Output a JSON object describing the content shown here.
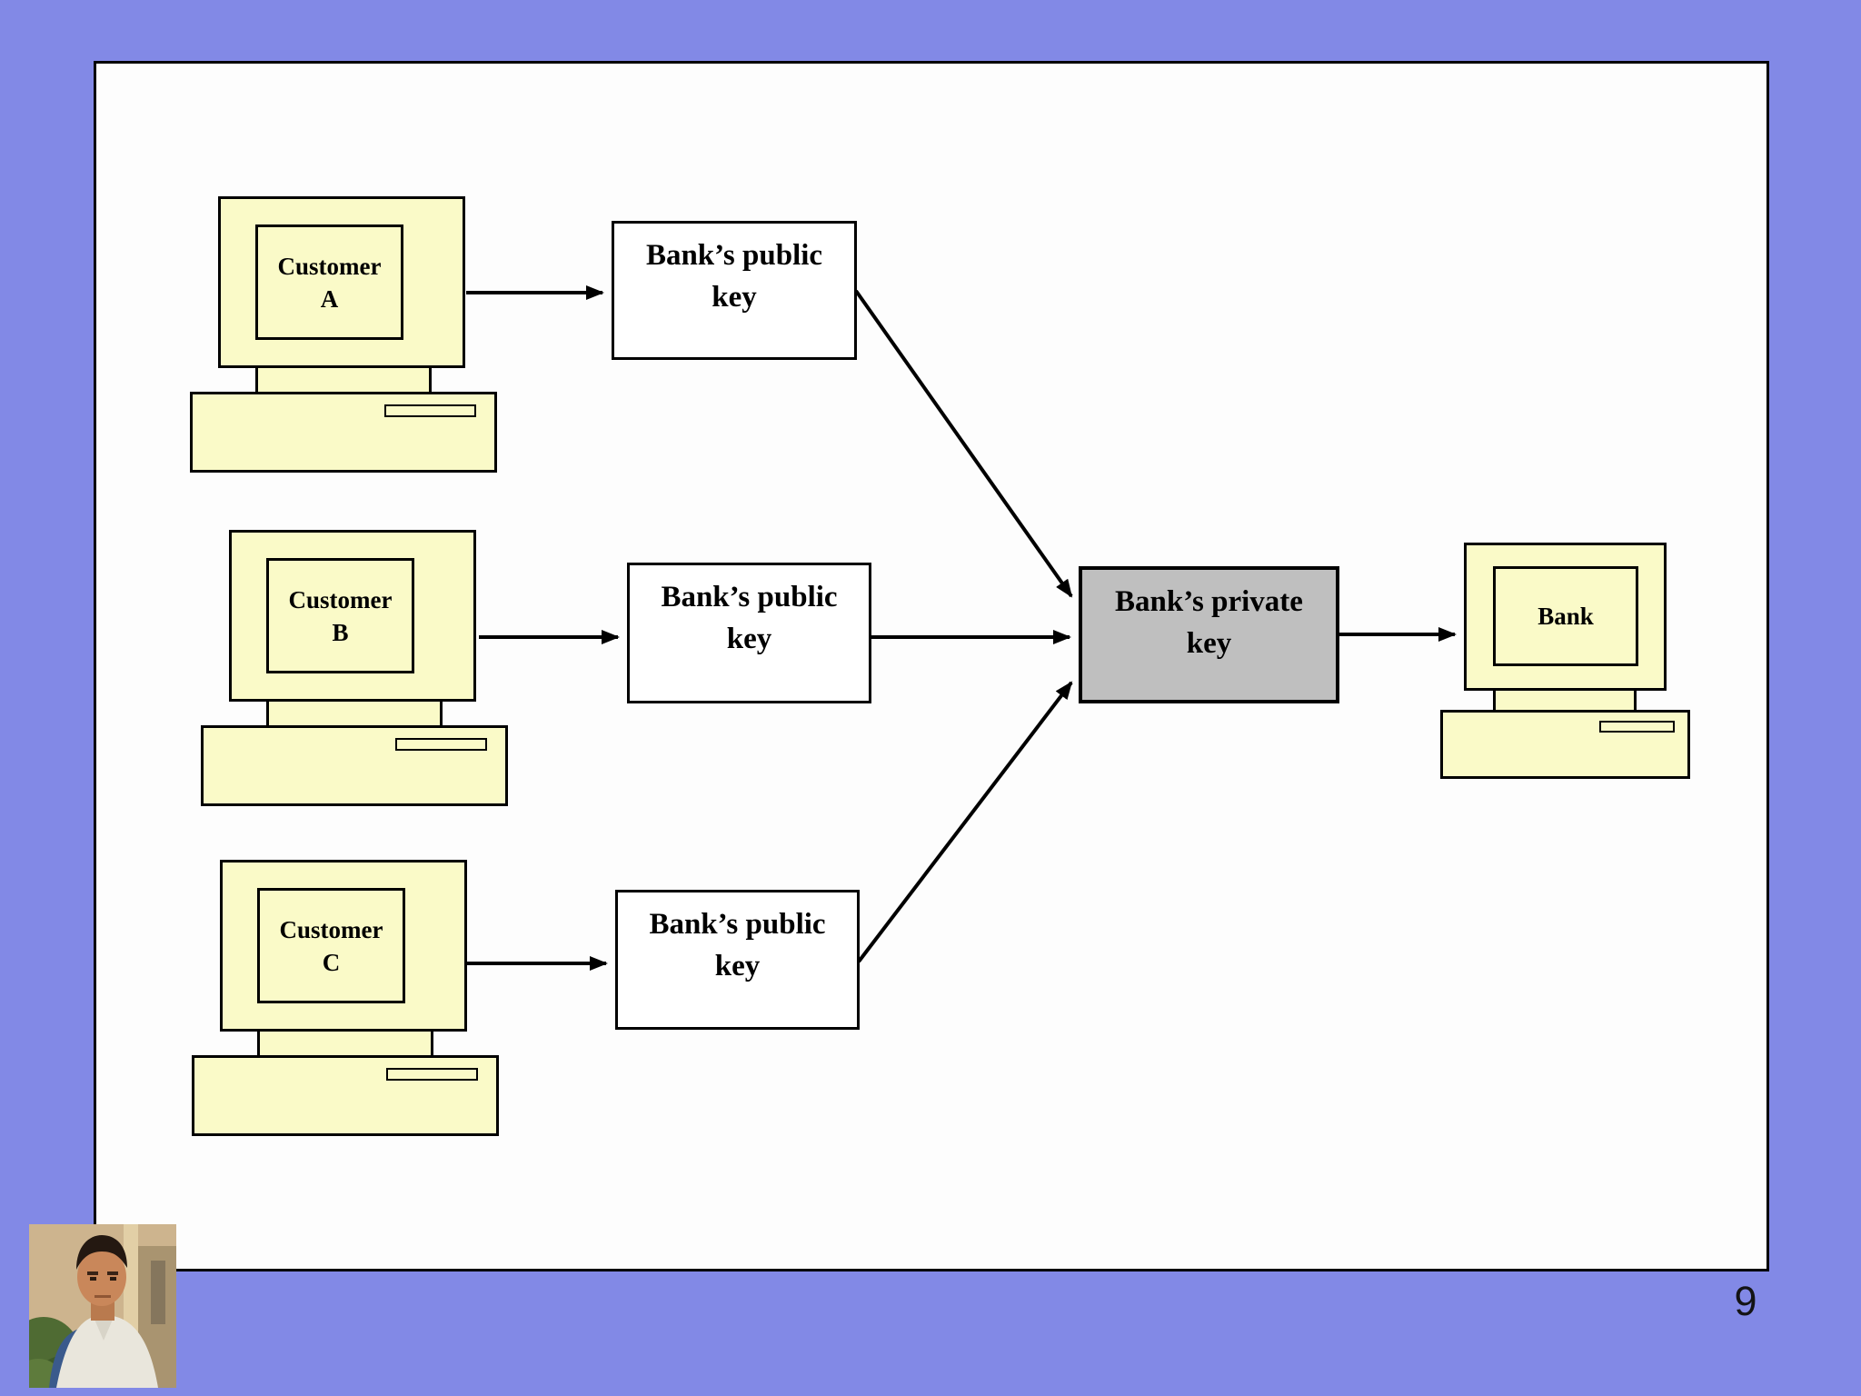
{
  "page": {
    "number": "9",
    "background_color": "#8289E6",
    "slide_background": "#FDFDFD"
  },
  "colors": {
    "computer_fill": "#FAFAC8",
    "public_key_box_fill": "#FFFFFF",
    "private_key_box_fill": "#BFBFBF",
    "line_color": "#000000"
  },
  "diagram": {
    "customer_a": {
      "label_line1": "Customer",
      "label_line2": "A"
    },
    "customer_b": {
      "label_line1": "Customer",
      "label_line2": "B"
    },
    "customer_c": {
      "label_line1": "Customer",
      "label_line2": "C"
    },
    "public_key_a": {
      "label_line1": "Bank’s public",
      "label_line2": "key"
    },
    "public_key_b": {
      "label_line1": "Bank’s public",
      "label_line2": "key"
    },
    "public_key_c": {
      "label_line1": "Bank’s public",
      "label_line2": "key"
    },
    "private_key": {
      "label_line1": "Bank’s private",
      "label_line2": "key"
    },
    "bank": {
      "label": "Bank"
    }
  },
  "icons": {
    "computer_icon": "desktop computer drawn with CSS rectangles (monitor, neck, base, disk slot)",
    "presenter_photo": "small photo of presenter in bottom-left corner (stylized SVG)"
  }
}
